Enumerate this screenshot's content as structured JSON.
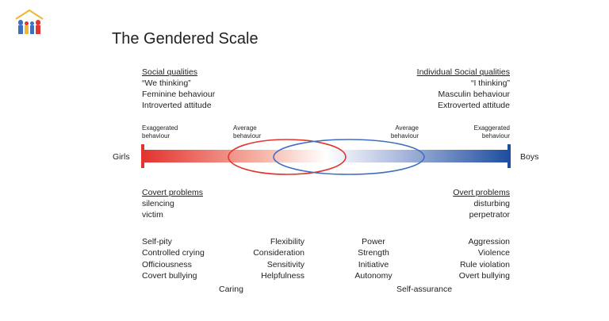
{
  "title": "The Gendered Scale",
  "left_qualities": {
    "heading": "Social qualities",
    "lines": [
      "“We thinking”",
      "Feminine behaviour",
      "Introverted attitude"
    ]
  },
  "right_qualities": {
    "heading": "Individual Social qualities",
    "lines": [
      "“I thinking”",
      "Masculin behaviour",
      "Extroverted attitude"
    ]
  },
  "scale": {
    "left_end_label": "Girls",
    "right_end_label": "Boys",
    "markers": [
      {
        "lines": [
          "Exaggerated",
          "behaviour"
        ]
      },
      {
        "lines": [
          "Average",
          "behaviour"
        ]
      },
      {
        "lines": [
          "Average",
          "behaviour"
        ]
      },
      {
        "lines": [
          "Exaggerated",
          "behaviour"
        ]
      }
    ],
    "colors": {
      "left": "#e3342f",
      "right": "#1f4fa0"
    }
  },
  "left_problems": {
    "heading": "Covert problems",
    "lines": [
      "silencing",
      "victim"
    ]
  },
  "right_problems": {
    "heading": "Overt problems",
    "lines": [
      "disturbing",
      "perpetrator"
    ]
  },
  "traits": {
    "col1": [
      "Self-pity",
      "Controlled crying",
      "Officiousness",
      "Covert bullying"
    ],
    "col2": [
      "Flexibility",
      "Consideration",
      "Sensitivity",
      "Helpfulness"
    ],
    "col3": [
      "Power",
      "Strength",
      "Initiative",
      "Autonomy"
    ],
    "col4": [
      "Aggression",
      "Violence",
      "Rule violation",
      "Overt bullying"
    ],
    "extra_left": "Caring",
    "extra_right": "Self-assurance"
  }
}
